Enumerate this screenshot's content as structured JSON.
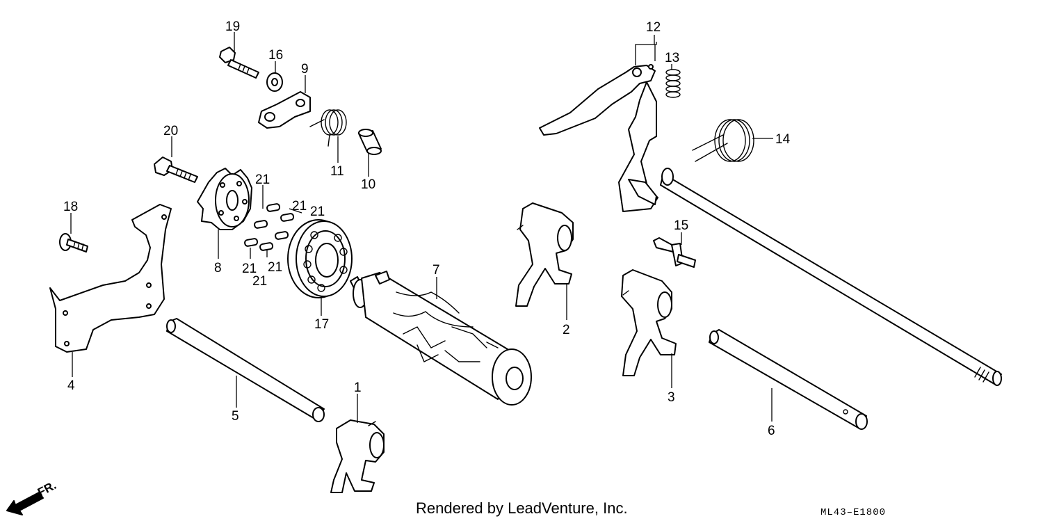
{
  "callouts": {
    "c1": "1",
    "c2": "2",
    "c3": "3",
    "c4": "4",
    "c5": "5",
    "c6": "6",
    "c7": "7",
    "c8": "8",
    "c9": "9",
    "c10": "10",
    "c11": "11",
    "c12": "12",
    "c13": "13",
    "c14": "14",
    "c15": "15",
    "c16": "16",
    "c17": "17",
    "c18": "18",
    "c19": "19",
    "c20": "20",
    "c21": "21"
  },
  "footer": {
    "credit": "Rendered by LeadVenture, Inc.",
    "diagram_code": "ML43–E1800",
    "direction": "FR."
  }
}
